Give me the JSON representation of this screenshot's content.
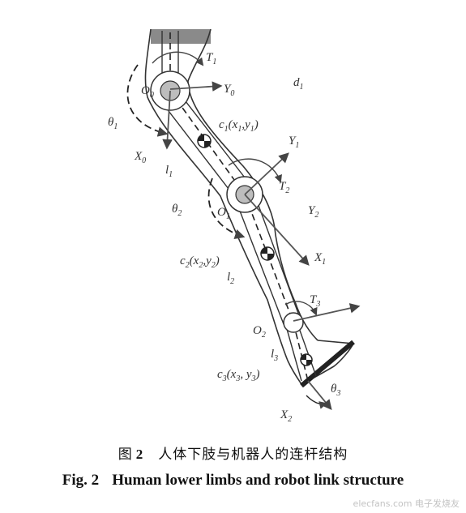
{
  "labels": {
    "T1": "T",
    "T1s": "1",
    "O0": "O",
    "O0s": "0",
    "Y0": "Y",
    "Y0s": "0",
    "d1": "d",
    "d1s": "1",
    "theta1": "θ",
    "theta1s": "1",
    "c1": "c",
    "c1s": "1",
    "c1x": "(x",
    "c1xs": "1",
    "c1y": ",y",
    "c1ys": "1",
    "c1close": ")",
    "Y1": "Y",
    "Y1s": "1",
    "X0": "X",
    "X0s": "0",
    "l1": "l",
    "l1s": "1",
    "T2": "T",
    "T2s": "2",
    "theta2": "θ",
    "theta2s": "2",
    "O1": "O",
    "O1s": "1",
    "Y2": "Y",
    "Y2s": "2",
    "c2": "c",
    "c2s": "2",
    "c2x": "(x",
    "c2xs": "2",
    "c2y": ",y",
    "c2ys": "2",
    "c2close": ")",
    "X1": "X",
    "X1s": "1",
    "l2": "l",
    "l2s": "2",
    "T3": "T",
    "T3s": "3",
    "O2": "O",
    "O2s": "2",
    "l3": "l",
    "l3s": "3",
    "c3": "c",
    "c3s": "3",
    "c3x": "(x",
    "c3xs": "3",
    "c3y": ", y",
    "c3ys": "3",
    "c3close": ")",
    "theta3": "θ",
    "theta3s": "3",
    "X2": "X",
    "X2s": "2"
  },
  "caption": {
    "cn_prefix": "图",
    "cn_number": "2",
    "cn_text": "人体下肢与机器人的连杆结构",
    "en_prefix": "Fig. 2",
    "en_text": "Human lower limbs and robot link structure"
  },
  "watermark": "elecfans.com 电子发烧友",
  "colors": {
    "ink": "#333333",
    "joint_fill": "#bdbdbd",
    "foot": "#222222",
    "top_bar": "#8a8a8a"
  }
}
